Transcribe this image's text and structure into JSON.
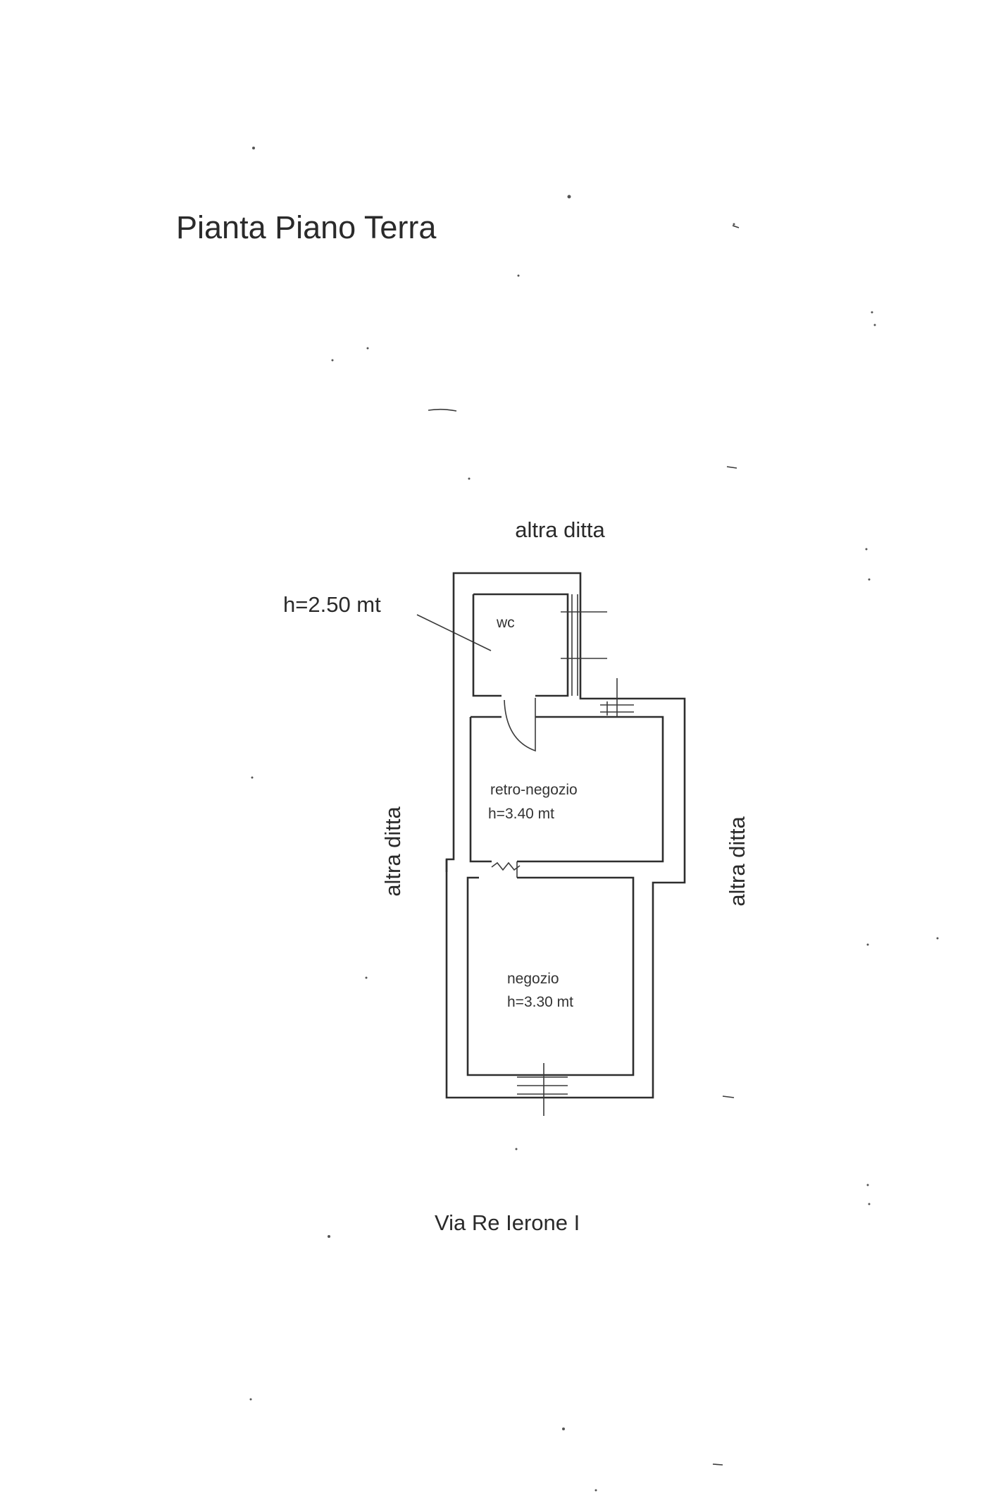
{
  "title": "Pianta Piano Terra",
  "neighbors": {
    "top": "altra ditta",
    "left": "altra ditta",
    "right": "altra ditta"
  },
  "wc_height_note": "h=2.50 mt",
  "rooms": {
    "wc": {
      "name": "wc"
    },
    "retro": {
      "name": "retro-negozio",
      "height": "h=3.40 mt"
    },
    "negozio": {
      "name": "negozio",
      "height": "h=3.30 mt"
    }
  },
  "street": "Via Re Ierone I"
}
